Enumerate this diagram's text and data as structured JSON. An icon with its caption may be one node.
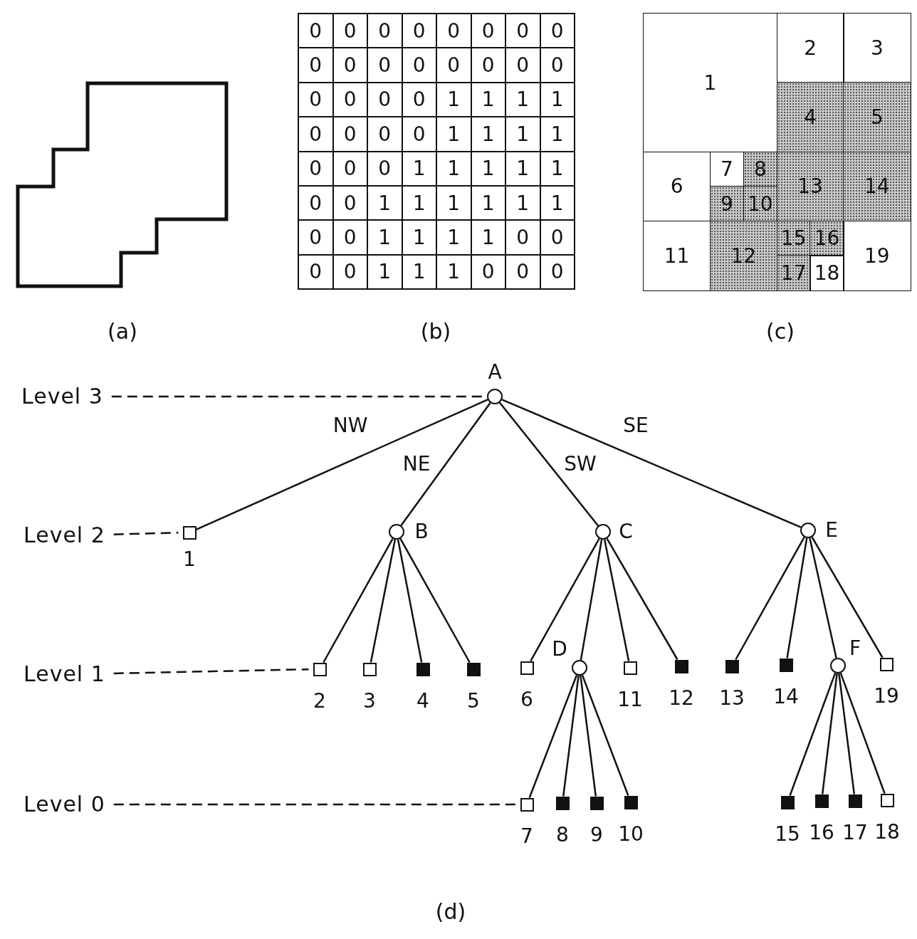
{
  "diagram": {
    "nodes": [
      {
        "text": [
          "1"
        ]
      },
      {
        "text": [
          "2"
        ]
      },
      {
        "text": [
          "3"
        ]
      },
      {
        "text": [
          "4"
        ]
      },
      {
        "text": [
          "5"
        ]
      },
      {
        "text": [
          "6"
        ]
      },
      {
        "text": [
          "7"
        ]
      },
      {
        "text": [
          "8"
        ]
      },
      {
        "text": [
          "9"
        ]
      },
      {
        "text": [
          "10"
        ]
      },
      {
        "text": [
          "11"
        ]
      },
      {
        "text": [
          "12"
        ]
      },
      {
        "text": [
          "13"
        ]
      },
      {
        "text": [
          "14"
        ]
      },
      {
        "text": [
          "15"
        ]
      },
      {
        "text": [
          "16"
        ]
      },
      {
        "text": [
          "17"
        ]
      },
      {
        "text": [
          "18"
        ]
      },
      {
        "text": [
          "19"
        ]
      },
      {
        "text": [
          "Level 3"
        ]
      },
      {
        "text": [],
        "shape": "circle",
        "beside": [
          "A"
        ]
      },
      {
        "text": [
          "Level 2"
        ]
      },
      {
        "text": [],
        "shape": "box",
        "beside": [
          "1"
        ]
      },
      {
        "text": [],
        "shape": "circle",
        "beside": [
          "B"
        ]
      },
      {
        "text": [],
        "shape": "circle",
        "beside": [
          "C"
        ]
      },
      {
        "text": [],
        "shape": "circle",
        "beside": [
          "E"
        ]
      },
      {
        "text": [
          "Level 1"
        ]
      },
      {
        "text": [],
        "shape": "box",
        "beside": [
          "2"
        ]
      },
      {
        "text": [],
        "shape": "box",
        "beside": [
          "3"
        ]
      },
      {
        "text": [],
        "shape": "box",
        "beside": [
          "4"
        ]
      },
      {
        "text": [],
        "shape": "box",
        "beside": [
          "5"
        ]
      },
      {
        "text": [],
        "shape": "box",
        "beside": [
          "6"
        ]
      },
      {
        "text": [],
        "shape": "circle",
        "beside": [
          "D"
        ]
      },
      {
        "text": [],
        "shape": "box",
        "beside": [
          "11"
        ]
      },
      {
        "text": [],
        "shape": "box",
        "beside": [
          "12"
        ]
      },
      {
        "text": [],
        "shape": "box",
        "beside": [
          "13"
        ]
      },
      {
        "text": [],
        "shape": "box",
        "beside": [
          "14"
        ]
      },
      {
        "text": [],
        "shape": "circle",
        "beside": [
          "F"
        ]
      },
      {
        "text": [],
        "shape": "box",
        "beside": [
          "19"
        ]
      },
      {
        "text": [
          "Level 0"
        ]
      },
      {
        "text": [],
        "shape": "box",
        "beside": [
          "7"
        ]
      },
      {
        "text": [],
        "shape": "box",
        "beside": [
          "8"
        ]
      },
      {
        "text": [],
        "shape": "box",
        "beside": [
          "9"
        ]
      },
      {
        "text": [],
        "shape": "box",
        "beside": [
          "10"
        ]
      },
      {
        "text": [],
        "shape": "box",
        "beside": [
          "15"
        ]
      },
      {
        "text": [],
        "shape": "box",
        "beside": [
          "16"
        ]
      },
      {
        "text": [],
        "shape": "box",
        "beside": [
          "17"
        ]
      },
      {
        "text": [],
        "shape": "box",
        "beside": [
          "18"
        ]
      }
    ],
    "edges": [
      {
        "from": 19,
        "to": 20,
        "arrow": "none",
        "style": "dashed"
      },
      {
        "from": 21,
        "to": 22,
        "arrow": "none",
        "style": "dashed"
      },
      {
        "from": 26,
        "to": 27,
        "arrow": "none",
        "style": "dashed"
      },
      {
        "from": 39,
        "to": 40,
        "arrow": "none",
        "style": "dashed"
      },
      {
        "from": 20,
        "to": 22,
        "arrow": "none",
        "label": "NW"
      },
      {
        "from": 20,
        "to": 23,
        "arrow": "none",
        "label": "NE"
      },
      {
        "from": 20,
        "to": 24,
        "arrow": "none",
        "label": "SW"
      },
      {
        "from": 20,
        "to": 25,
        "arrow": "none",
        "label": "SE"
      },
      {
        "from": 23,
        "to": 27,
        "arrow": "none"
      },
      {
        "from": 23,
        "to": 28,
        "arrow": "none"
      },
      {
        "from": 23,
        "to": 29,
        "arrow": "none"
      },
      {
        "from": 23,
        "to": 30,
        "arrow": "none"
      },
      {
        "from": 24,
        "to": 31,
        "arrow": "none"
      },
      {
        "from": 24,
        "to": 32,
        "arrow": "none"
      },
      {
        "from": 24,
        "to": 33,
        "arrow": "none"
      },
      {
        "from": 24,
        "to": 34,
        "arrow": "none"
      },
      {
        "from": 32,
        "to": 40,
        "arrow": "none"
      },
      {
        "from": 32,
        "to": 41,
        "arrow": "none"
      },
      {
        "from": 32,
        "to": 42,
        "arrow": "none"
      },
      {
        "from": 32,
        "to": 43,
        "arrow": "none"
      },
      {
        "from": 25,
        "to": 35,
        "arrow": "none"
      },
      {
        "from": 25,
        "to": 36,
        "arrow": "none"
      },
      {
        "from": 25,
        "to": 37,
        "arrow": "none"
      },
      {
        "from": 25,
        "to": 38,
        "arrow": "none"
      },
      {
        "from": 37,
        "to": 44,
        "arrow": "none"
      },
      {
        "from": 37,
        "to": 45,
        "arrow": "none"
      },
      {
        "from": 37,
        "to": 46,
        "arrow": "none"
      },
      {
        "from": 37,
        "to": 47,
        "arrow": "none"
      }
    ],
    "labels": [
      "0",
      "0",
      "0",
      "0",
      "0",
      "0",
      "0",
      "0",
      "0",
      "0",
      "0",
      "0",
      "0",
      "0",
      "0",
      "0",
      "0",
      "0",
      "0",
      "0",
      "1",
      "1",
      "1",
      "1",
      "0",
      "0",
      "0",
      "0",
      "1",
      "1",
      "1",
      "1",
      "0",
      "0",
      "0",
      "1",
      "1",
      "1",
      "1",
      "1",
      "0",
      "0",
      "1",
      "1",
      "1",
      "1",
      "1",
      "1",
      "0",
      "0",
      "1",
      "1",
      "1",
      "1",
      "0",
      "0",
      "0",
      "0",
      "1",
      "1",
      "1",
      "0",
      "0",
      "0",
      "(a)",
      "(b)",
      "(c)",
      "(d)"
    ]
  }
}
